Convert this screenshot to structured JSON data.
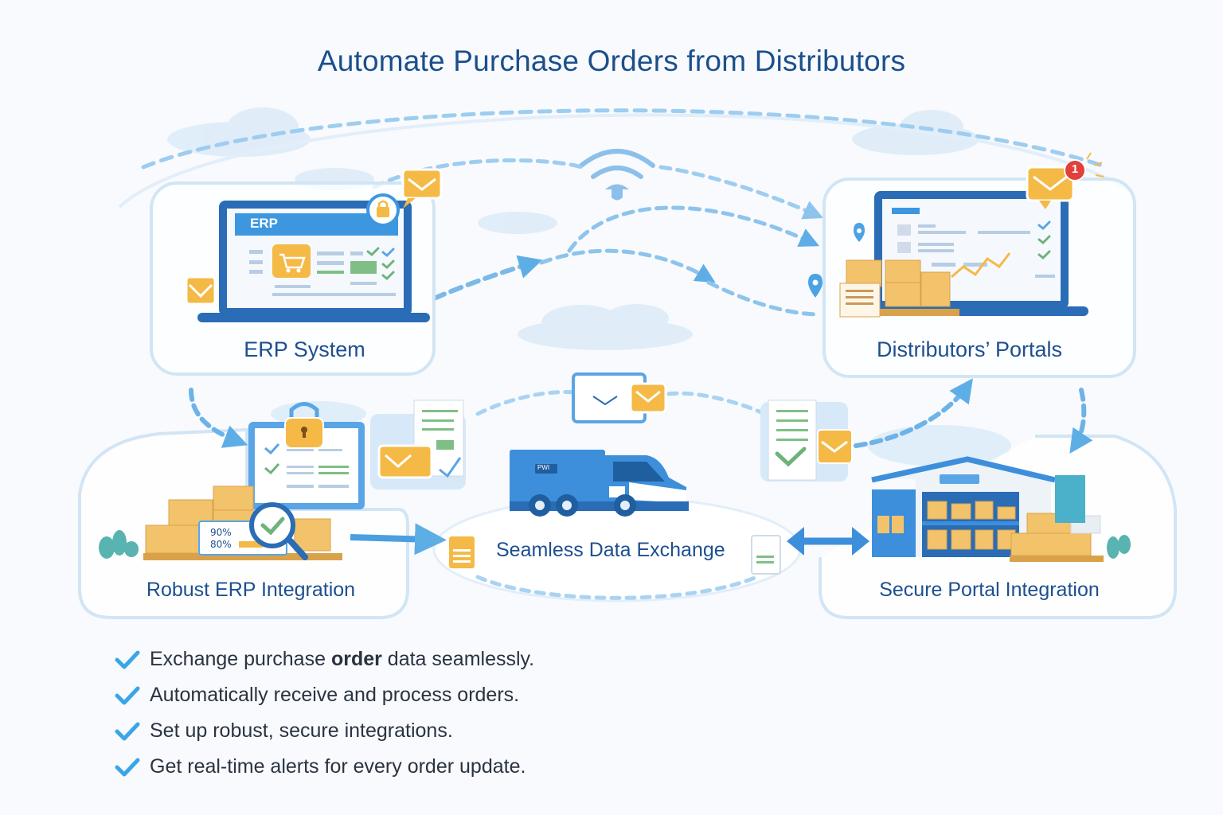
{
  "title": "Automate Purchase Orders from Distributors",
  "panels": {
    "erp_system": {
      "label": "ERP System",
      "screen_header": "ERP"
    },
    "distributors_portals": {
      "label": "Distributors’ Portals",
      "notification_count": "1"
    },
    "robust_erp_integration": {
      "label": "Robust ERP Integration",
      "stats": [
        "90%",
        "80%"
      ]
    },
    "seamless_data_exchange": {
      "label": "Seamless Data Exchange",
      "truck_plate": "PWI"
    },
    "secure_portal_integration": {
      "label": "Secure Portal Integration"
    }
  },
  "benefits": [
    {
      "icon": "check-icon",
      "before": "Exchange purchase ",
      "bold": "order",
      "after": " data seamlessly."
    },
    {
      "icon": "check-icon",
      "before": "Automatically receive and process orders.",
      "bold": "",
      "after": ""
    },
    {
      "icon": "check-icon",
      "before": "Set up robust, secure integrations.",
      "bold": "",
      "after": ""
    },
    {
      "icon": "check-icon",
      "before": "Get real-time alerts for every order update.",
      "bold": "",
      "after": ""
    }
  ],
  "colors": {
    "title": "#1b4f8c",
    "label": "#1d4f8f",
    "accent_blue": "#3d8fdc",
    "dash_blue": "#8cc4ec",
    "box_orange": "#f5b946",
    "check_green": "#6db37a",
    "alert_red": "#e2403a",
    "check_bullet": "#3aa6e8"
  }
}
